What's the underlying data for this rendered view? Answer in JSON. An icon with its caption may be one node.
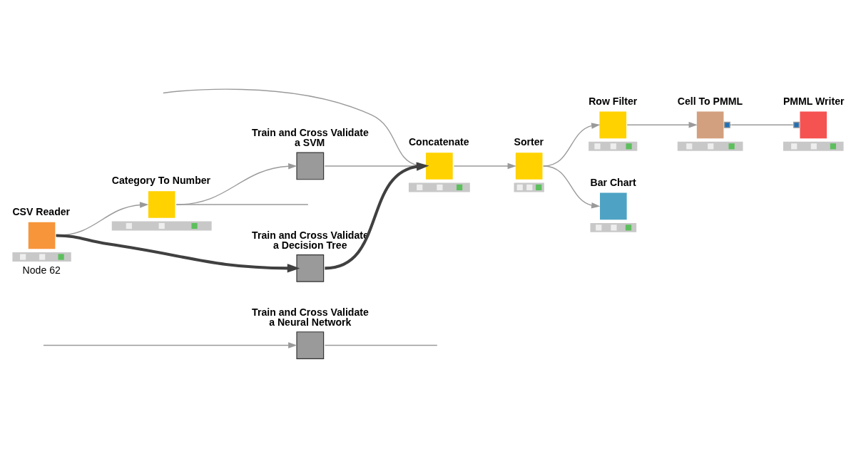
{
  "diagram": {
    "nodes": [
      {
        "text": [
          "CSV Reader"
        ],
        "beside": [
          "Node 62"
        ]
      },
      {
        "text": [
          "Category To Number"
        ]
      },
      {
        "text": [
          "Train and Cross Validate a Neural Network"
        ]
      },
      {
        "text": [
          "Train and Cross Validate a SVM"
        ]
      },
      {
        "text": [
          "Train and Cross Validate a Decision Tree"
        ]
      },
      {
        "text": [
          "Concatenate"
        ]
      },
      {
        "text": [
          "Sorter"
        ]
      },
      {
        "text": [
          "Row Filter"
        ]
      },
      {
        "text": [
          "Cell To PMML"
        ]
      },
      {
        "text": [
          "PMML Writer"
        ]
      },
      {
        "text": [
          "Bar Chart"
        ]
      }
    ],
    "edges": [
      {
        "from": 0,
        "to": 1,
        "arrow": "to"
      },
      {
        "from": 0,
        "to": 4,
        "arrow": "to",
        "style": "thick",
        "color": "#404040"
      },
      {
        "from": 1,
        "to": null,
        "arrow": "none"
      },
      {
        "from": null,
        "to": 2,
        "arrow": "to"
      },
      {
        "from": 1,
        "to": 3,
        "arrow": "to"
      },
      {
        "from": 2,
        "to": null,
        "arrow": "none"
      },
      {
        "from": null,
        "to": 5,
        "arrow": "to"
      },
      {
        "from": 3,
        "to": 5,
        "arrow": "to"
      },
      {
        "from": 4,
        "to": 5,
        "arrow": "to",
        "style": "thick",
        "color": "#404040"
      },
      {
        "from": 5,
        "to": 6,
        "arrow": "to"
      },
      {
        "from": 6,
        "to": 7,
        "arrow": "to"
      },
      {
        "from": 6,
        "to": 10,
        "arrow": "to"
      },
      {
        "from": 7,
        "to": 8,
        "arrow": "to"
      },
      {
        "from": 8,
        "to": 9,
        "arrow": "other"
      }
    ]
  }
}
